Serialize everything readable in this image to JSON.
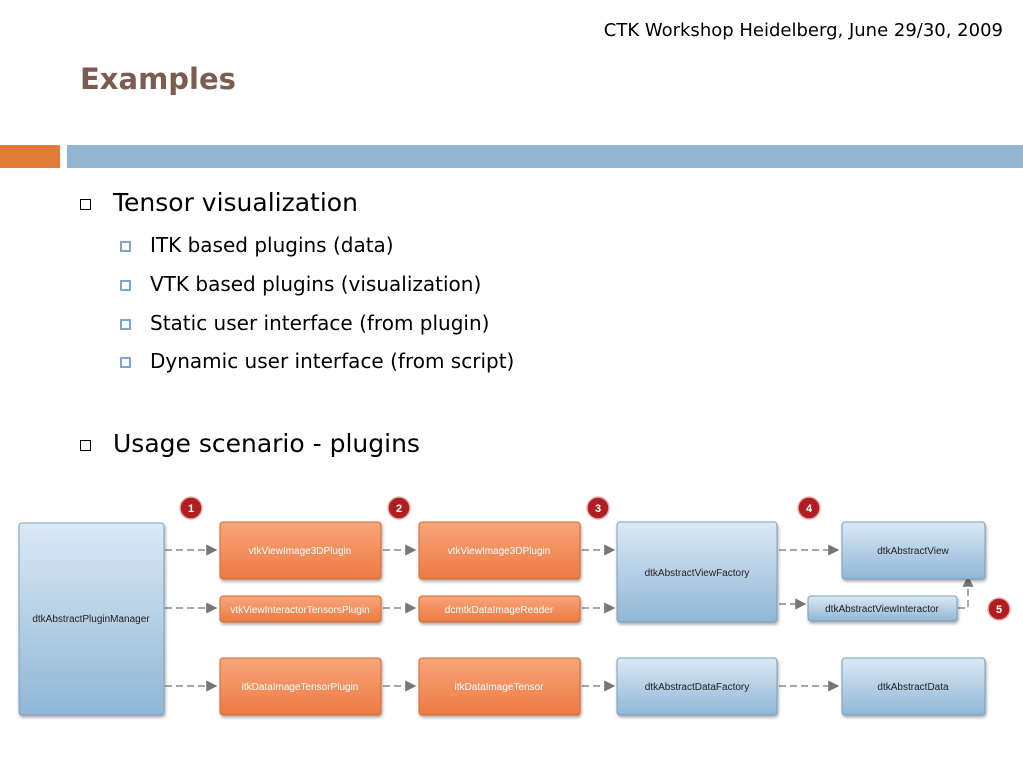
{
  "header": {
    "event": "CTK Workshop Heidelberg, June 29/30, 2009"
  },
  "slide": {
    "title": "Examples"
  },
  "bullets": [
    {
      "text": "Tensor visualization",
      "sub": [
        "ITK based plugins (data)",
        "VTK based plugins (visualization)",
        "Static user interface (from plugin)",
        "Dynamic user interface (from script)"
      ]
    },
    {
      "text": "Usage scenario - plugins"
    }
  ],
  "diagram": {
    "nodes": {
      "manager": "dtkAbstractPluginManager",
      "view_plugin": "vtkViewImage3DPlugin",
      "interactor_plugin": "vtkViewInteractorTensorsPlugin",
      "data_plugin": "itkDataImageTensorPlugin",
      "view_instance": "vtkViewImage3DPlugin",
      "reader": "dcmtkDataImageReader",
      "data_instance": "itkDataImageTensor",
      "view_factory": "dtkAbstractViewFactory",
      "data_factory": "dtkAbstractDataFactory",
      "abstract_view": "dtkAbstractView",
      "abstract_interactor": "dtkAbstractViewInteractor",
      "abstract_data": "dtkAbstractData"
    },
    "steps": [
      "1",
      "2",
      "3",
      "4",
      "5"
    ],
    "colors": {
      "blue_node": "#a9c9e2",
      "orange_node": "#f08a55",
      "step_badge": "#b01e22"
    }
  }
}
